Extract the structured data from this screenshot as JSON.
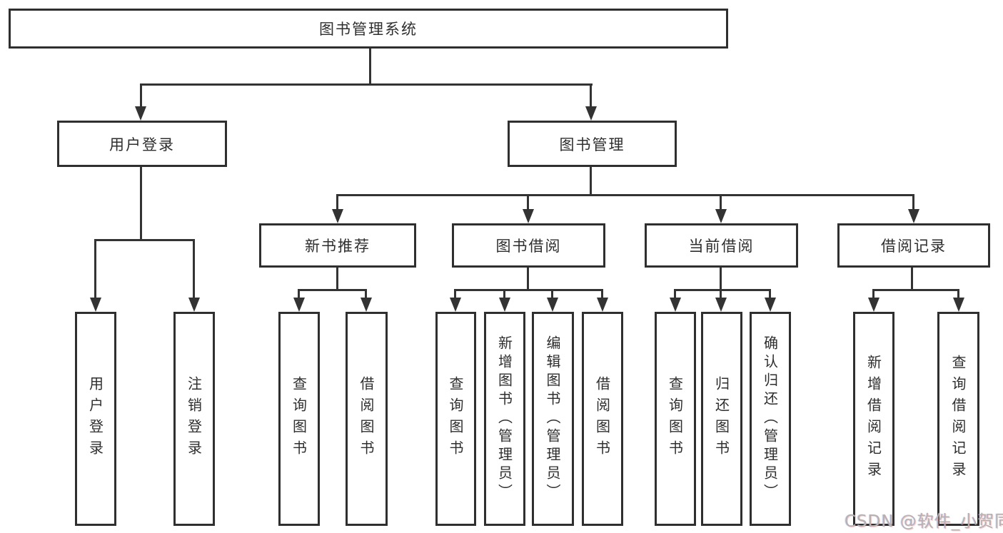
{
  "tree": {
    "root": {
      "label": "图书管理系统"
    },
    "branches": [
      {
        "label": "用户登录",
        "leaves": [
          {
            "label": "用户登录"
          },
          {
            "label": "注销登录"
          }
        ]
      },
      {
        "label": "图书管理",
        "groups": [
          {
            "label": "新书推荐",
            "leaves": [
              {
                "label": "查询图书"
              },
              {
                "label": "借阅图书"
              }
            ]
          },
          {
            "label": "图书借阅",
            "leaves": [
              {
                "label": "查询图书"
              },
              {
                "label": "新增图书（管理员）"
              },
              {
                "label": "编辑图书（管理员）"
              },
              {
                "label": "借阅图书"
              }
            ]
          },
          {
            "label": "当前借阅",
            "leaves": [
              {
                "label": "查询图书"
              },
              {
                "label": "归还图书"
              },
              {
                "label": "确认归还（管理员）"
              }
            ]
          },
          {
            "label": "借阅记录",
            "leaves": [
              {
                "label": "新增借阅记录"
              },
              {
                "label": "查询借阅记录"
              }
            ]
          }
        ]
      }
    ]
  },
  "watermark": {
    "text": "CSDN @软件_小贺同学"
  },
  "colors": {
    "line": "#333333",
    "text": "#2e2e2e",
    "background": "#ffffff",
    "watermark": "#b7b1b1"
  }
}
